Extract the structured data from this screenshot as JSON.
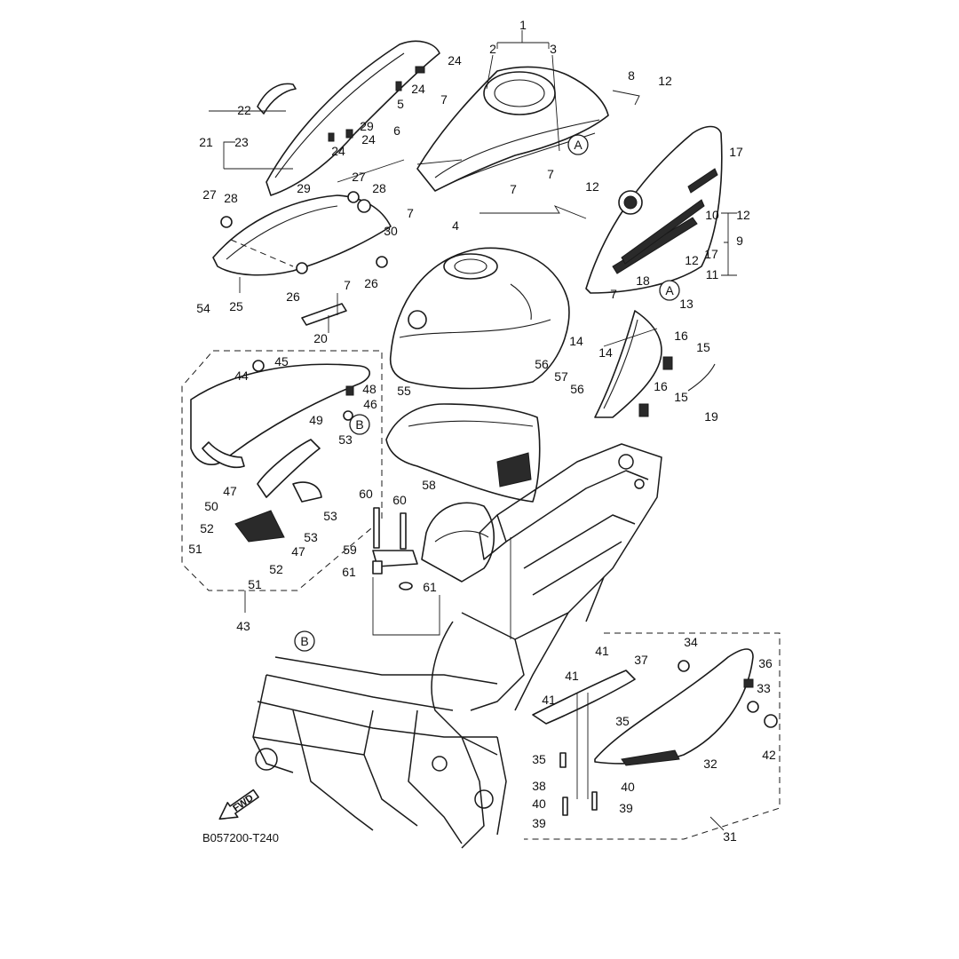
{
  "diagram": {
    "drawing_code": "B057200-T240",
    "fwd_label": "FWD",
    "view_markers": [
      "A",
      "B"
    ],
    "callouts": {
      "n1": "1",
      "n2": "2",
      "n3": "3",
      "n4": "4",
      "n5": "5",
      "n6": "6",
      "n7": "7",
      "n8": "8",
      "n9": "9",
      "n10": "10",
      "n11": "11",
      "n12": "12",
      "n13": "13",
      "n14": "14",
      "n15": "15",
      "n16": "16",
      "n17": "17",
      "n18": "18",
      "n19": "19",
      "n20": "20",
      "n21": "21",
      "n22": "22",
      "n23": "23",
      "n24": "24",
      "n25": "25",
      "n26": "26",
      "n27": "27",
      "n28": "28",
      "n29": "29",
      "n30": "30",
      "n31": "31",
      "n32": "32",
      "n33": "33",
      "n34": "34",
      "n35": "35",
      "n36": "36",
      "n37": "37",
      "n38": "38",
      "n39": "39",
      "n40": "40",
      "n41": "41",
      "n42": "42",
      "n43": "43",
      "n44": "44",
      "n45": "45",
      "n46": "46",
      "n47": "47",
      "n48": "48",
      "n49": "49",
      "n50": "50",
      "n51": "51",
      "n52": "52",
      "n53": "53",
      "n54": "54",
      "n55": "55",
      "n56": "56",
      "n57": "57",
      "n58": "58",
      "n59": "59",
      "n60": "60",
      "n61": "61"
    }
  }
}
